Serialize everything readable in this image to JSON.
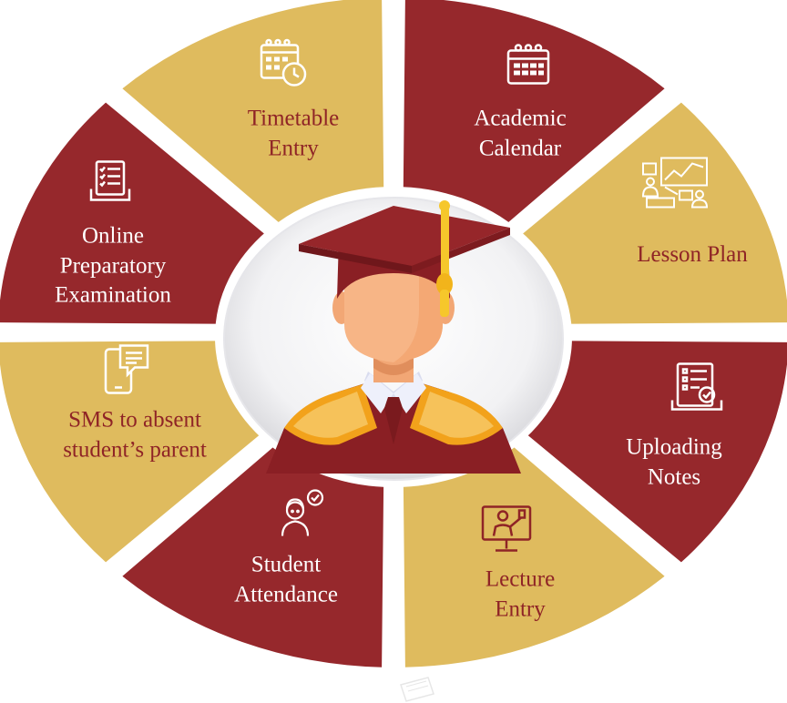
{
  "colors": {
    "maroon": "#96282c",
    "gold": "#dfbb5e",
    "text_on_maroon": "#ffffff",
    "text_on_gold": "#8f2426",
    "hub_bg": "#f1f1f3"
  },
  "segments": [
    {
      "id": "academic-calendar",
      "lines": [
        "Academic",
        "Calendar"
      ],
      "color": "maroon",
      "icon": "calendar-icon"
    },
    {
      "id": "lesson-plan",
      "lines": [
        "Lesson Plan"
      ],
      "color": "gold",
      "icon": "presentation-icon"
    },
    {
      "id": "uploading-notes",
      "lines": [
        "Uploading",
        "Notes"
      ],
      "color": "maroon",
      "icon": "notes-icon"
    },
    {
      "id": "lecture-entry",
      "lines": [
        "Lecture",
        "Entry"
      ],
      "color": "gold",
      "icon": "lecture-screen-icon"
    },
    {
      "id": "student-attendance",
      "lines": [
        "Student",
        "Attendance"
      ],
      "color": "maroon",
      "icon": "student-check-icon"
    },
    {
      "id": "sms-to-absent-parent",
      "lines": [
        "SMS to absent",
        "student’s parent"
      ],
      "color": "gold",
      "icon": "sms-phone-icon"
    },
    {
      "id": "online-preparatory-examination",
      "lines": [
        "Online",
        "Preparatory",
        "Examination"
      ],
      "color": "maroon",
      "icon": "exam-laptop-icon"
    },
    {
      "id": "timetable-entry",
      "lines": [
        "Timetable",
        "Entry"
      ],
      "color": "gold",
      "icon": "timetable-clock-icon"
    }
  ]
}
